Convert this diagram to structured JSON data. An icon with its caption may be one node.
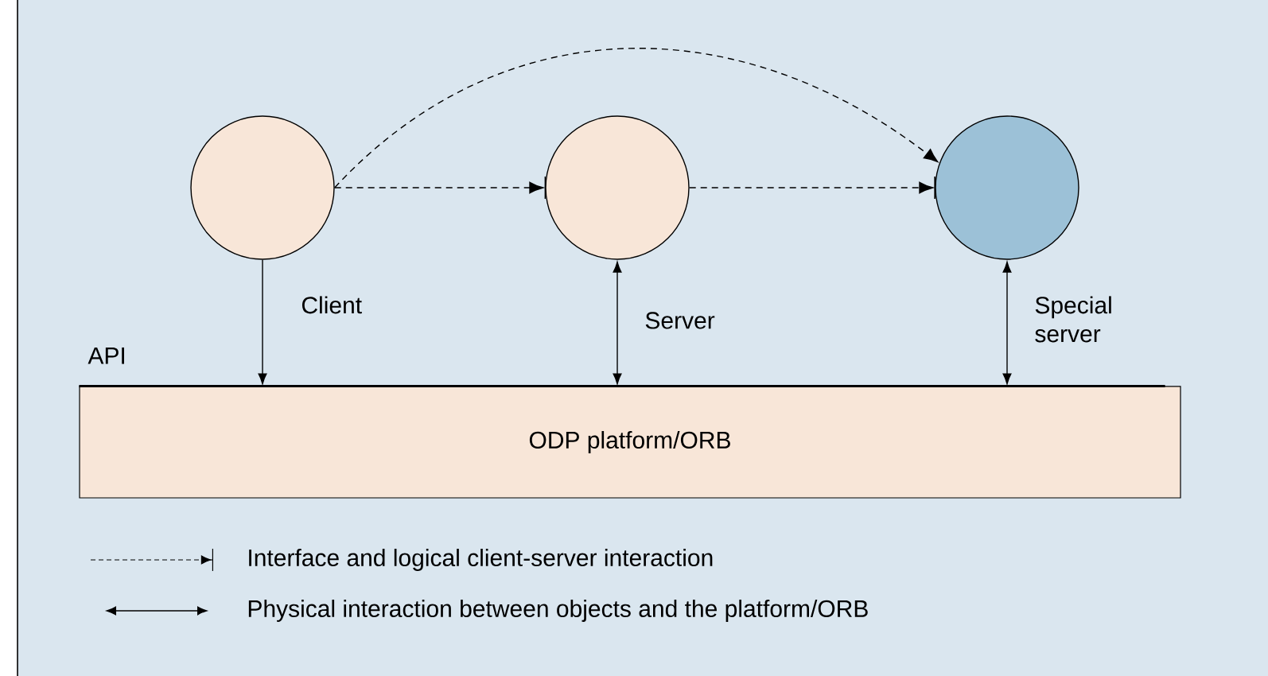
{
  "diagram": {
    "nodes": [
      {
        "text": [],
        "shape": "circle",
        "beside": [
          "Client"
        ]
      },
      {
        "text": [],
        "shape": "circle",
        "beside": [
          "Server"
        ]
      },
      {
        "text": [],
        "shape": "circle",
        "beside": [
          "Special server"
        ]
      },
      {
        "text": [
          "ODP platform/ORB"
        ]
      }
    ],
    "edges": [
      {
        "from": 0,
        "to": 3,
        "arrow": "to"
      },
      {
        "from": 1,
        "to": 3,
        "arrow": "both"
      },
      {
        "from": 2,
        "to": 3,
        "arrow": "both"
      },
      {
        "from": 0,
        "to": 1,
        "arrow": "to",
        "style": "dashed"
      },
      {
        "from": 1,
        "to": 2,
        "arrow": "to",
        "style": "dashed"
      },
      {
        "from": 0,
        "to": 2,
        "arrow": "to",
        "style": "dashed"
      }
    ],
    "labels": [
      "API"
    ],
    "legend": [
      {
        "text": "Interface and logical client-server interaction"
      },
      {
        "text": "Physical interaction between objects and the platform/ORB"
      }
    ]
  }
}
